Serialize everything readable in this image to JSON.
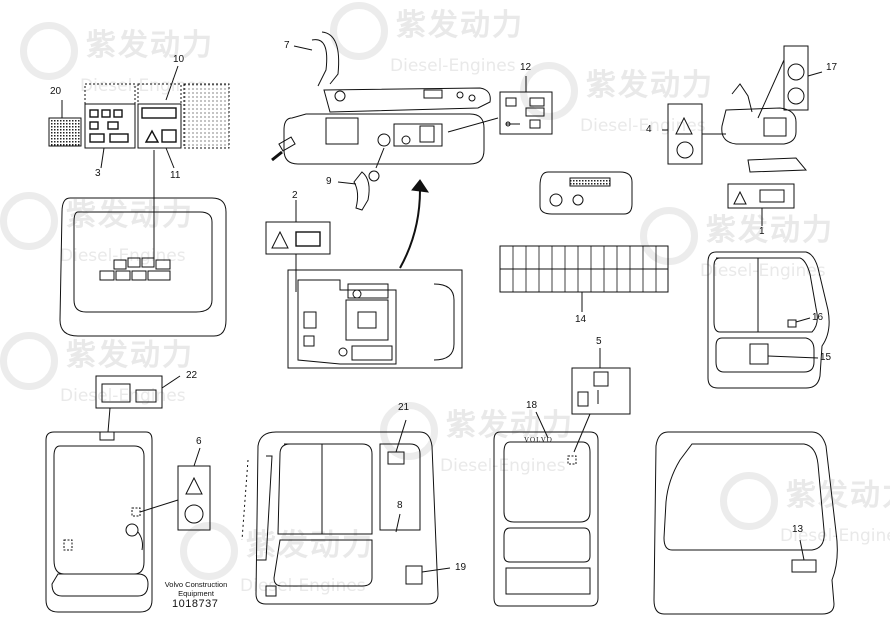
{
  "watermark": {
    "brand_cn": "紫发动力",
    "brand_en": "Diesel-Engines"
  },
  "diagram": {
    "brand_plate": "VOLVO",
    "credit_line1": "Volvo Construction",
    "credit_line2": "Equipment",
    "part_number": "1018737"
  },
  "callouts": {
    "c1": "1",
    "c2": "2",
    "c3": "3",
    "c4": "4",
    "c5": "5",
    "c6": "6",
    "c7": "7",
    "c8": "8",
    "c9": "9",
    "c10": "10",
    "c11": "11",
    "c12": "12",
    "c13": "13",
    "c14": "14",
    "c15": "15",
    "c16": "16",
    "c17": "17",
    "c18": "18",
    "c19": "19",
    "c20": "20",
    "c21": "21",
    "c22": "22"
  }
}
